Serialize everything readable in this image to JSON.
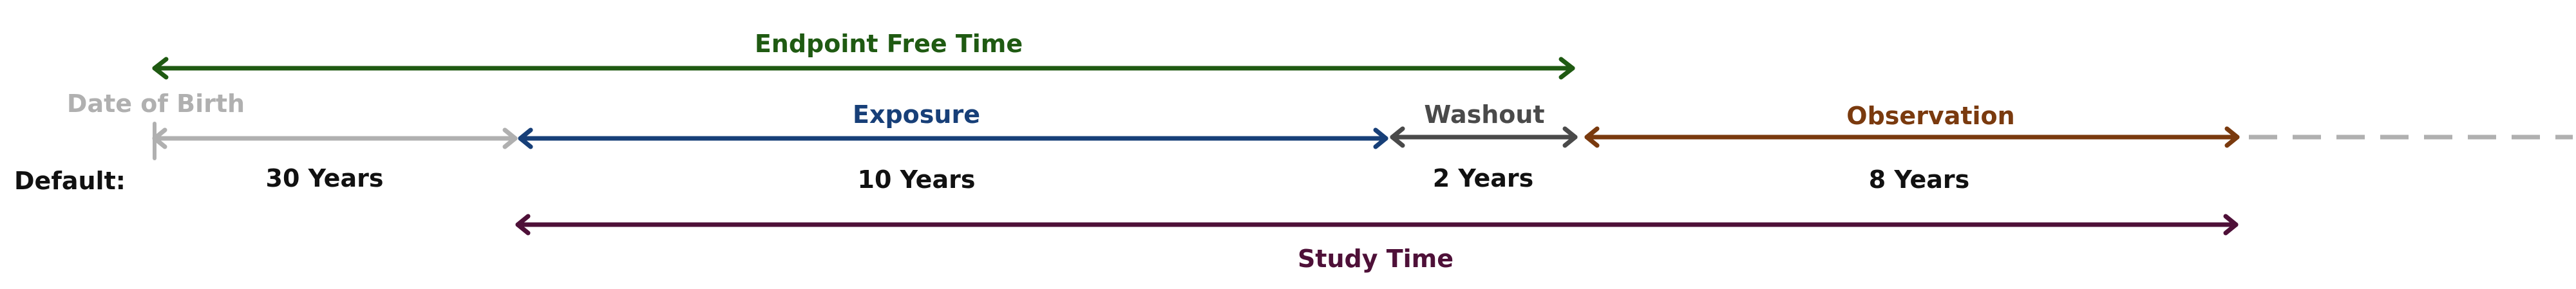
{
  "colors": {
    "endpoint": "#1f5a12",
    "birth": "#b0b0b0",
    "exposure": "#173f78",
    "washout": "#4a4a4a",
    "observation": "#7a3a0e",
    "study": "#4e1038",
    "text": "#111111"
  },
  "labels": {
    "endpoint_free_time": "Endpoint Free Time",
    "date_of_birth": "Date of Birth",
    "exposure": "Exposure",
    "washout": "Washout",
    "observation": "Observation",
    "study_time": "Study Time",
    "default": "Default:"
  },
  "durations": {
    "pre_exposure": "30 Years",
    "exposure": "10 Years",
    "washout": "2 Years",
    "observation": "8 Years"
  }
}
